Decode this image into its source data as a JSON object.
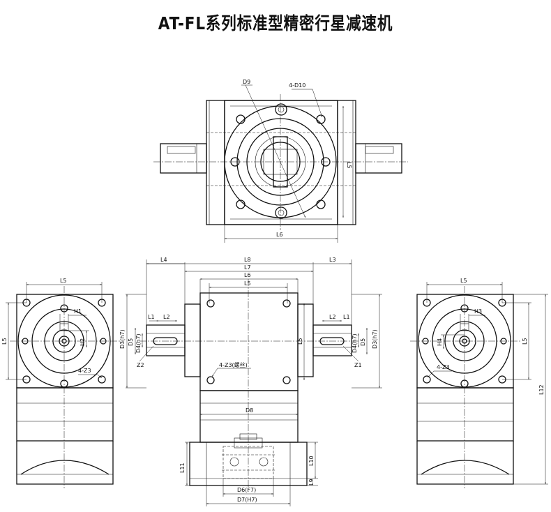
{
  "title": "AT-FL系列标准型精密行星减速机",
  "top_view": {
    "d9": "D9",
    "d10": "4-D10",
    "l5": "L5",
    "l6": "L6"
  },
  "front_view": {
    "l8": "L8",
    "l7": "L7",
    "l6": "L6",
    "l5": "L5",
    "l4": "L4",
    "l3": "L3",
    "l1_left": "L1",
    "l2_left": "L2",
    "l1_right": "L1",
    "l2_right": "L2",
    "d3_left": "D3(h7)",
    "d4_left": "D4(h7)",
    "d5_left": "D5",
    "d3_right": "D3(h7)",
    "d4_right": "D4(h7)",
    "d5_right": "D5",
    "l5_vertical": "L5",
    "z2": "Z2",
    "z1": "Z1",
    "z3": "4-Z3(螺丝)",
    "d8": "D8",
    "l11": "L11",
    "l10": "L10",
    "l9": "L9",
    "d6": "D6(F7)",
    "d7": "D7(H7)"
  },
  "left_view": {
    "l5_top": "L5",
    "l5_side": "L5",
    "h1": "H1",
    "h2": "H2",
    "z3": "4-Z3"
  },
  "right_view": {
    "l5_top": "L5",
    "l5_side": "L5",
    "h3": "H3",
    "h4": "H4",
    "z3": "4-Z3",
    "l12": "L12"
  }
}
